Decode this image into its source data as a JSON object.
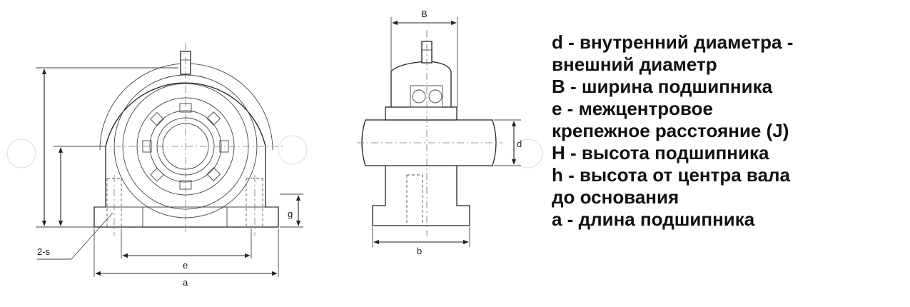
{
  "diagram": {
    "labels": {
      "B": "B",
      "d": "d",
      "g": "g",
      "b": "b",
      "a": "a",
      "e": "e",
      "two_s": "2-s"
    }
  },
  "legend": {
    "lines": [
      "d - внутренний диаметра -",
      "внешний диаметр",
      "B - ширина подшипника",
      "e - межцентровое",
      "крепежное расстояние (J)",
      "H - высота подшипника",
      "h - высота от центра вала",
      "до основания",
      "a - длина подшипника"
    ]
  }
}
